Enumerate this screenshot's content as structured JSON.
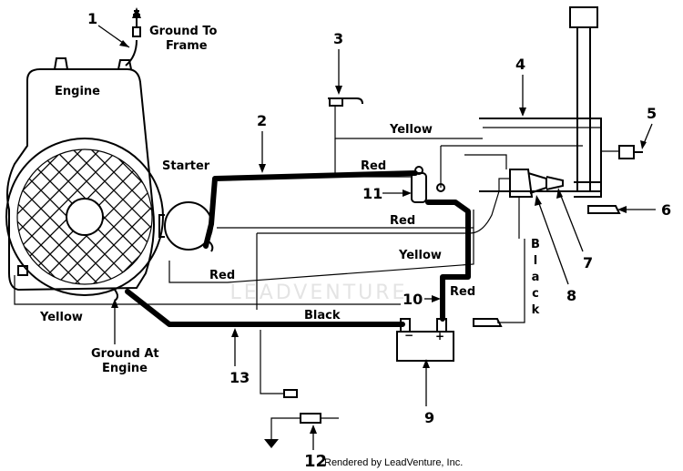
{
  "callouts": {
    "n1": "1",
    "n2": "2",
    "n3": "3",
    "n4": "4",
    "n5": "5",
    "n6": "6",
    "n7": "7",
    "n8": "8",
    "n9": "9",
    "n10": "10",
    "n11": "11",
    "n13": "13"
  },
  "labels": {
    "engine": "Engine",
    "ground_to": "Ground To",
    "frame": "Frame",
    "starter": "Starter",
    "ground_at": "Ground At",
    "engine2": "Engine"
  },
  "wire_labels": {
    "yellow_top": "Yellow",
    "red_top": "Red",
    "red_mid": "Red",
    "yellow_mid": "Yellow",
    "red_left": "Red",
    "yellow_left": "Yellow",
    "black_main": "Black",
    "red_10": "Red",
    "black_vertical": [
      "B",
      "l",
      "a",
      "c",
      "k"
    ]
  },
  "footer": {
    "num": "12",
    "text": "Rendered by LeadVenture, Inc."
  },
  "watermark": "LEADVENTURE"
}
